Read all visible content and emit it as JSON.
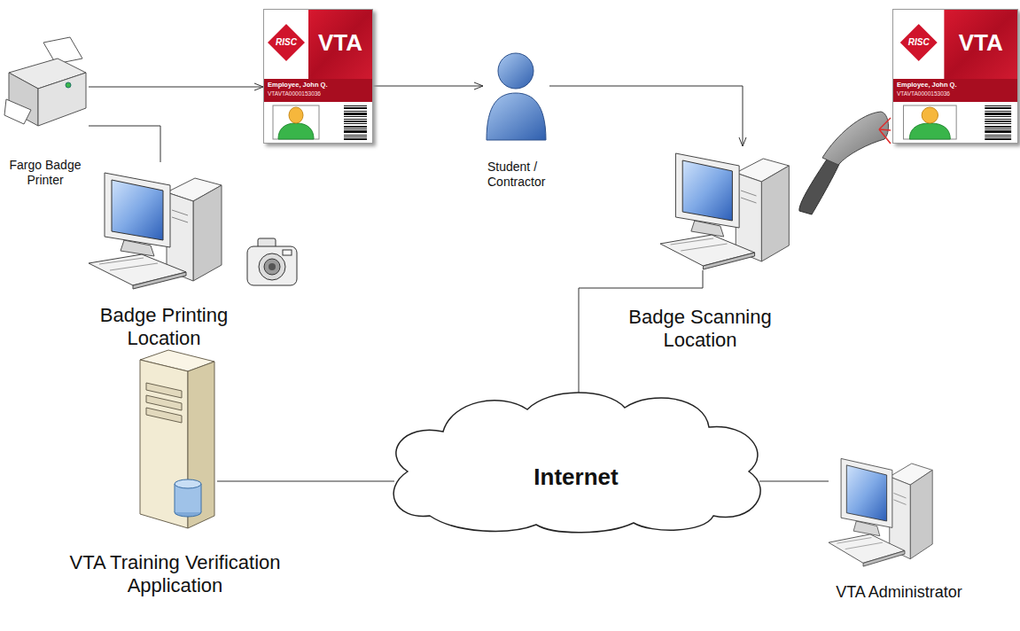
{
  "diagram": {
    "nodes": [
      {
        "text": [
          "Fargo Badge Printer"
        ]
      },
      {
        "text": [
          "RISC",
          "VTA",
          "Employee, John Q.",
          "VTAVTA0000153036"
        ]
      },
      {
        "text": [
          "Badge Printing Location"
        ]
      },
      {
        "text": [
          "Student / Contractor"
        ]
      },
      {
        "text": [
          "RISC",
          "VTA",
          "Employee, John Q.",
          "VTAVTA0000153036"
        ]
      },
      {
        "text": [
          "Badge Scanning Location"
        ]
      },
      {
        "text": [
          "Internet"
        ]
      },
      {
        "text": [
          "VTA Training Verification Application"
        ]
      },
      {
        "text": [
          "VTA Administrator"
        ]
      }
    ],
    "edges": [
      {
        "from": 0,
        "to": 1,
        "arrow": "to"
      },
      {
        "from": 0,
        "to": 2,
        "arrow": "none"
      },
      {
        "from": 1,
        "to": 3,
        "arrow": "to"
      },
      {
        "from": 3,
        "to": 5,
        "arrow": "to"
      },
      {
        "from": 5,
        "to": 6,
        "arrow": "none"
      },
      {
        "from": 7,
        "to": 6,
        "arrow": "none"
      },
      {
        "from": 6,
        "to": 8,
        "arrow": "none"
      }
    ]
  }
}
